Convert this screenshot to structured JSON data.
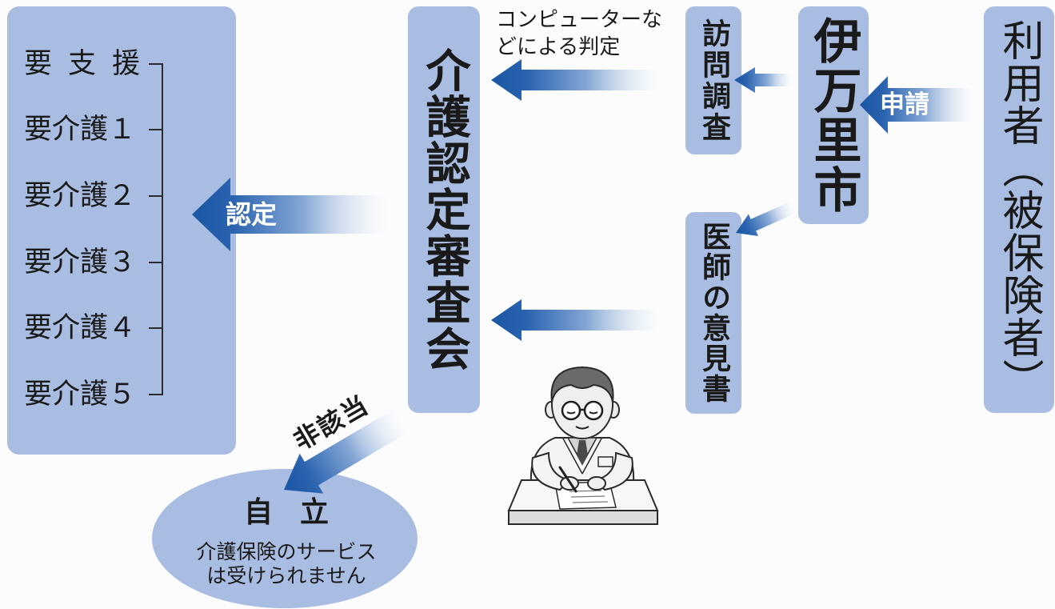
{
  "colors": {
    "box_fill": "#a9bce1",
    "arrow_dark": "#1a56a4",
    "text_dark": "#1a1a1a",
    "arrow_label": "#ffffff"
  },
  "left_panel": {
    "care_levels": [
      "要支援",
      "要介護１",
      "要介護２",
      "要介護３",
      "要介護４",
      "要介護５"
    ]
  },
  "arrows": {
    "certification": "認定",
    "application": "申請",
    "not_applicable": "非該当"
  },
  "committee": {
    "label": "介護認定審査会",
    "computer_note": [
      "コンピューターな",
      "どによる判定"
    ]
  },
  "inputs": {
    "home_visit": "訪問調査",
    "doctor_opinion": "医師の意見書"
  },
  "city": {
    "label": "伊万里市"
  },
  "applicant": {
    "label": "利用者（被保険者）"
  },
  "independent": {
    "title": "自立",
    "note": [
      "介護保険のサービス",
      "は受けられません"
    ]
  },
  "icons": {
    "illustration": "doctor-writing-icon"
  }
}
